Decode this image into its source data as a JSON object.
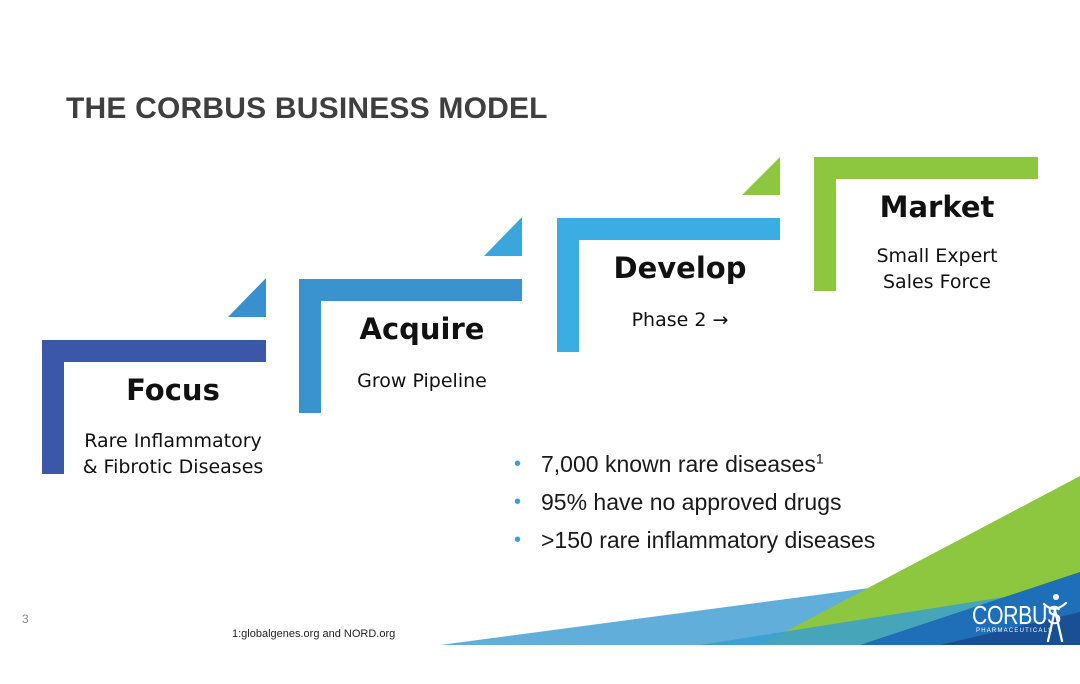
{
  "slide": {
    "title": "THE CORBUS BUSINESS MODEL",
    "page_number": "3",
    "footnote": "1:globalgenes.org and NORD.org"
  },
  "steps": [
    {
      "title": "Focus",
      "desc_lines": [
        "Rare Inflammatory",
        "& Fibrotic Diseases"
      ],
      "color": "#3b58a8"
    },
    {
      "title": "Acquire",
      "desc_lines": [
        "Grow Pipeline"
      ],
      "color": "#3a93cf"
    },
    {
      "title": "Develop",
      "desc_lines": [
        "Phase 2 →"
      ],
      "color": "#3aaee2"
    },
    {
      "title": "Market",
      "desc_lines": [
        "Small Expert",
        "Sales Force"
      ],
      "color": "#8dc63f"
    }
  ],
  "bullets": [
    {
      "text": "7,000 known rare diseases",
      "sup": "1"
    },
    {
      "text": "95% have no approved drugs",
      "sup": ""
    },
    {
      "text": ">150 rare inflammatory diseases",
      "sup": ""
    }
  ],
  "logo": {
    "name": "CORBUS",
    "tagline": "PHARMACEUTICALS"
  },
  "colors": {
    "title": "#3f3f3f",
    "bullet": "#3aa0d8",
    "green": "#8dc63f",
    "blue_dark": "#1f5fa8"
  }
}
